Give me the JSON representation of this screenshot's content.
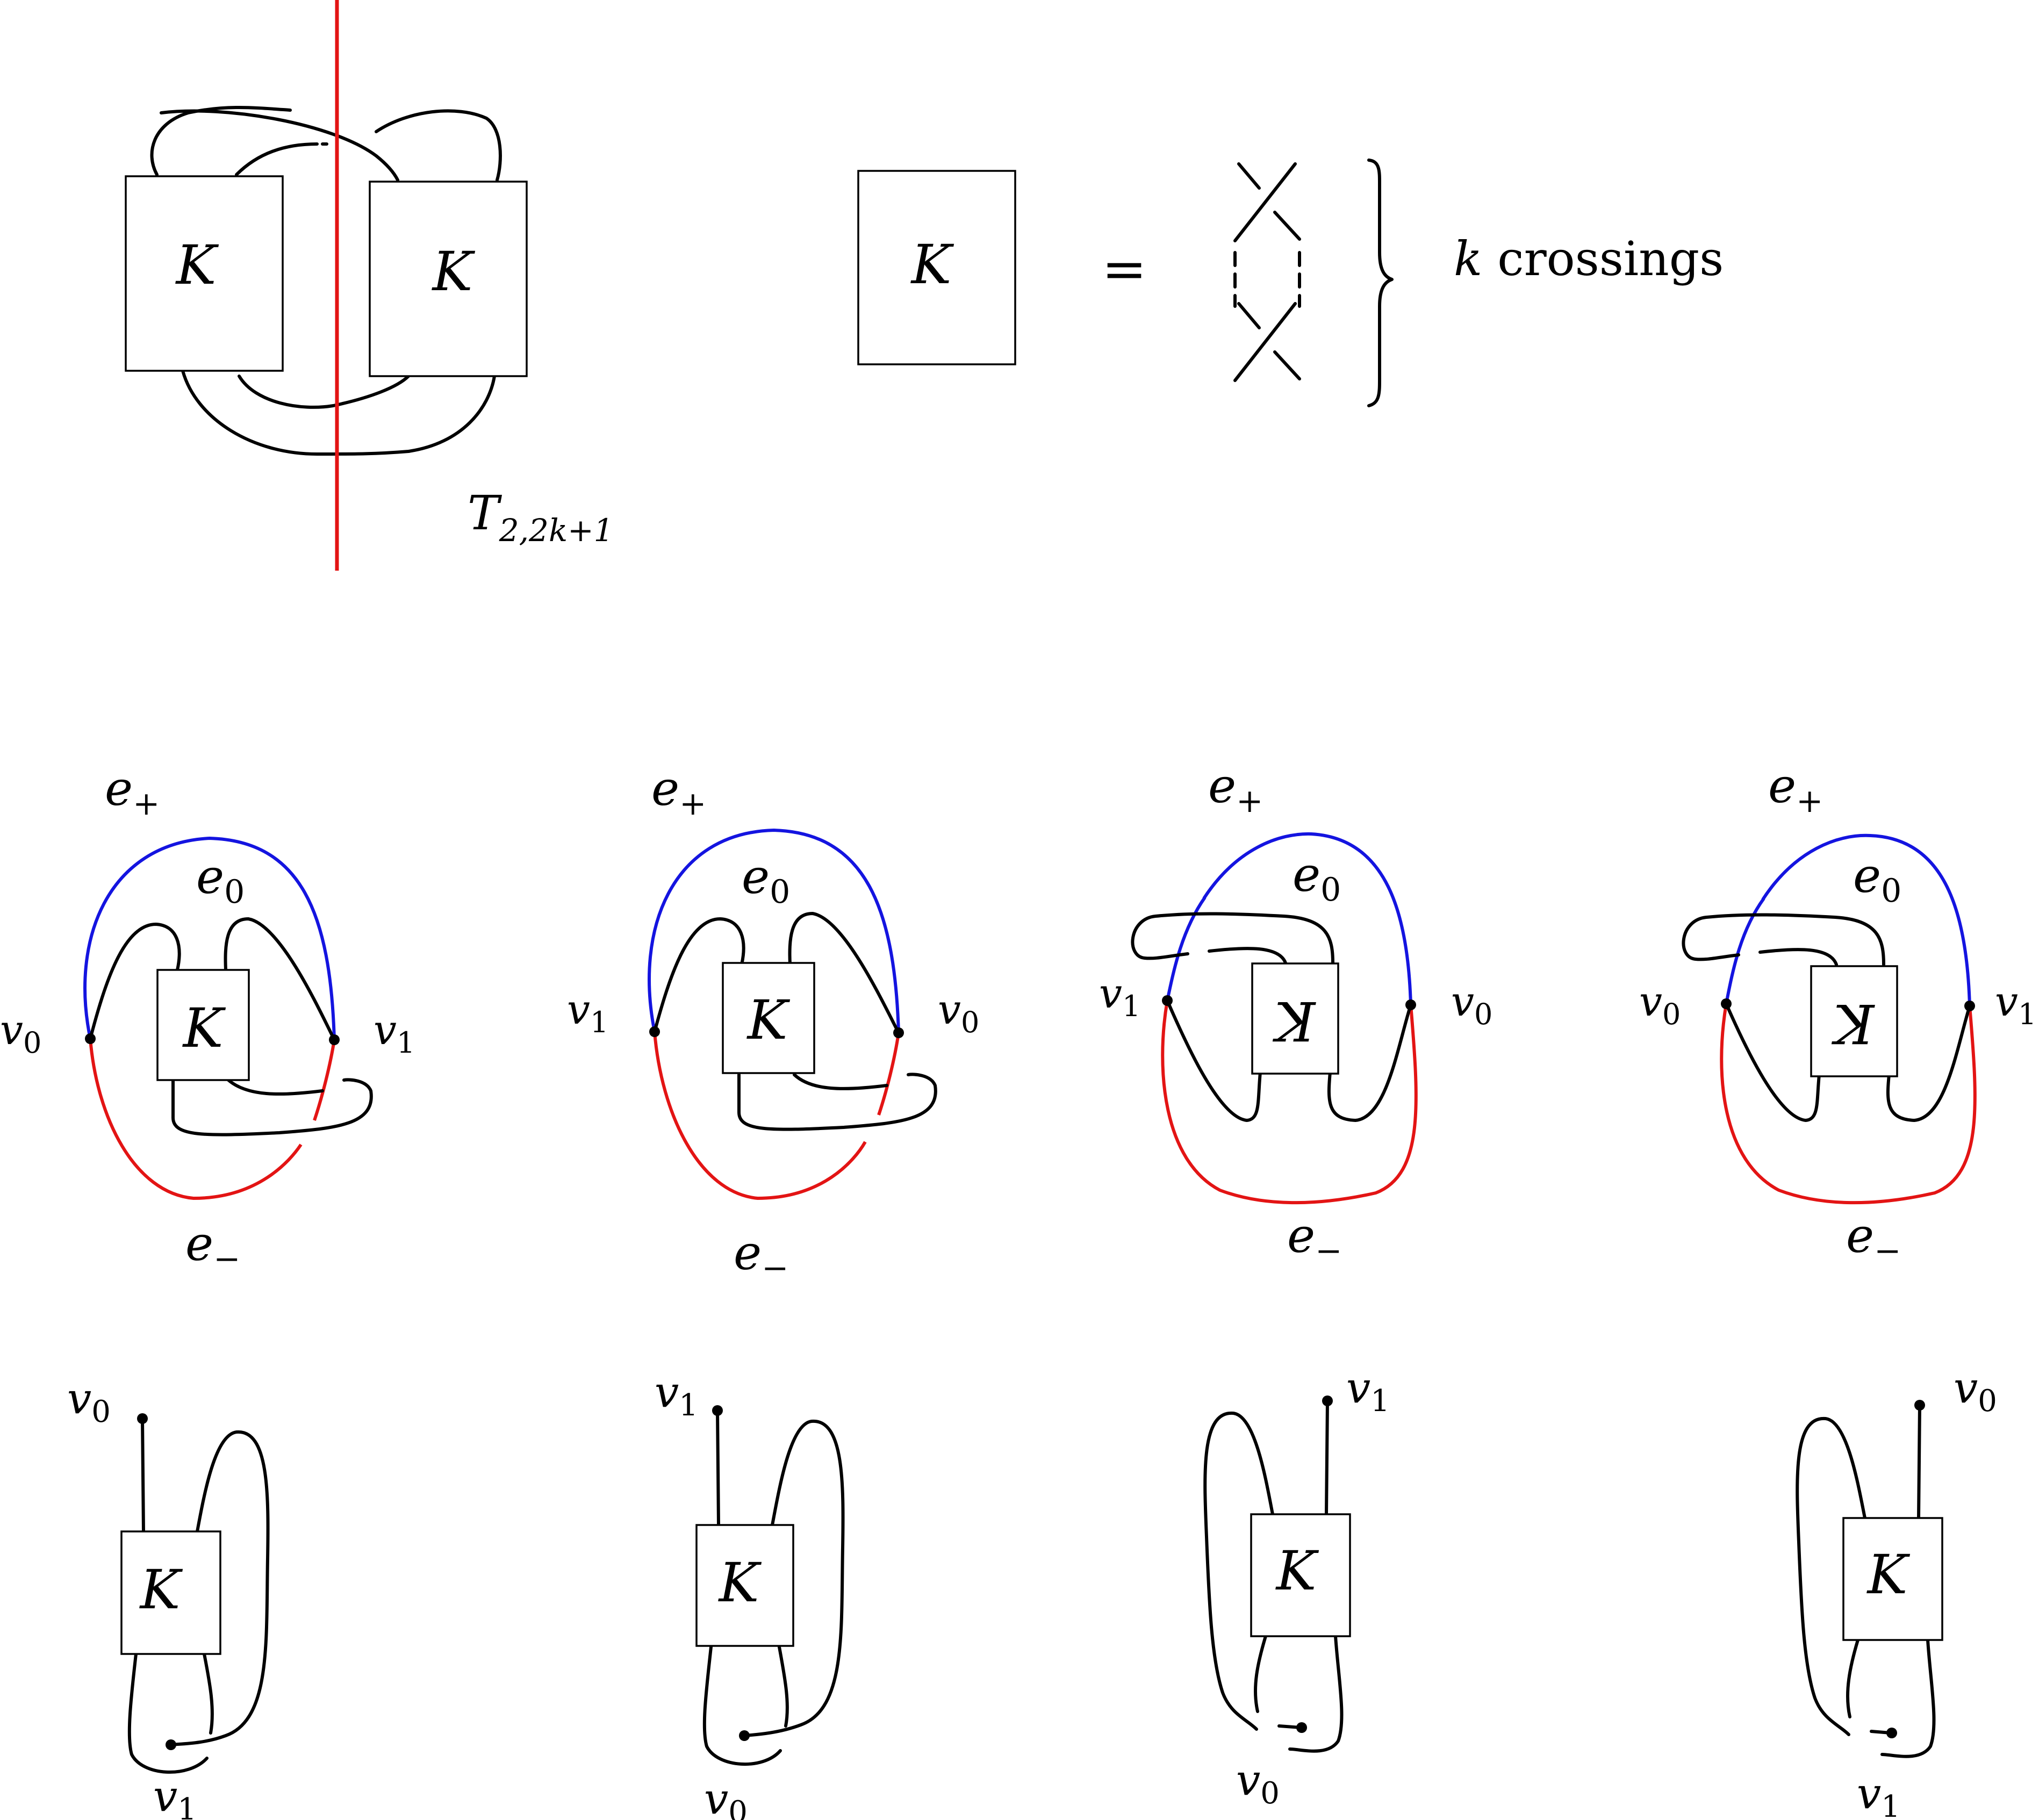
{
  "colors": {
    "stroke": "#000000",
    "red": "#e31414",
    "blue": "#1414e0",
    "background": "#ffffff"
  },
  "top": {
    "box_label": "K",
    "equals": "=",
    "crossings_var": "k",
    "crossings_text": " crossings",
    "torus_T": "T",
    "torus_sub": "2,2k+1"
  },
  "mid": [
    {
      "e_plus": "e",
      "e_plus_sub": "+",
      "e_zero": "e",
      "e_zero_sub": "0",
      "e_minus": "e",
      "e_minus_sub": "−",
      "left": "v",
      "left_sub": "0",
      "right": "v",
      "right_sub": "1",
      "box": "K"
    },
    {
      "e_plus": "e",
      "e_plus_sub": "+",
      "e_zero": "e",
      "e_zero_sub": "0",
      "e_minus": "e",
      "e_minus_sub": "−",
      "left": "v",
      "left_sub": "1",
      "right": "v",
      "right_sub": "0",
      "box": "K"
    },
    {
      "e_plus": "e",
      "e_plus_sub": "+",
      "e_zero": "e",
      "e_zero_sub": "0",
      "e_minus": "e",
      "e_minus_sub": "−",
      "left": "v",
      "left_sub": "1",
      "right": "v",
      "right_sub": "0",
      "box": "K"
    },
    {
      "e_plus": "e",
      "e_plus_sub": "+",
      "e_zero": "e",
      "e_zero_sub": "0",
      "e_minus": "e",
      "e_minus_sub": "−",
      "left": "v",
      "left_sub": "0",
      "right": "v",
      "right_sub": "1",
      "box": "K"
    }
  ],
  "bottom": [
    {
      "top": "v",
      "top_sub": "0",
      "bottom": "v",
      "bottom_sub": "1",
      "box": "K"
    },
    {
      "top": "v",
      "top_sub": "1",
      "bottom": "v",
      "bottom_sub": "0",
      "box": "K"
    },
    {
      "top": "v",
      "top_sub": "1",
      "bottom": "v",
      "bottom_sub": "0",
      "box": "K"
    },
    {
      "top": "v",
      "top_sub": "0",
      "bottom": "v",
      "bottom_sub": "1",
      "box": "K"
    }
  ]
}
